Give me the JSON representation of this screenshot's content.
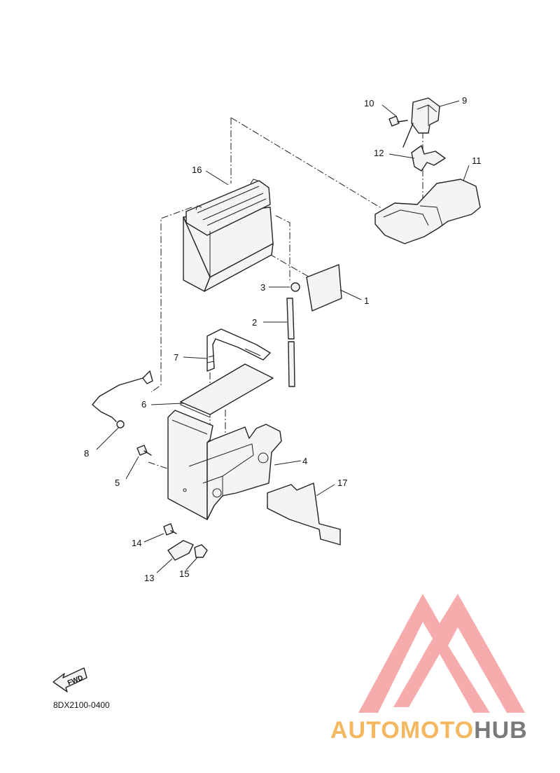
{
  "diagram": {
    "code": "8DX2100-0400",
    "fwd_label": "FWD",
    "callouts": [
      "1",
      "2",
      "3",
      "4",
      "5",
      "6",
      "7",
      "8",
      "9",
      "10",
      "11",
      "12",
      "13",
      "14",
      "15",
      "16",
      "17"
    ]
  },
  "watermark": {
    "logo_icon": "triangle-m-logo",
    "part1": "AUTOMOTO",
    "part2": "HUB",
    "color_primary": "#f5a3a3",
    "color_accent": "#f4b860",
    "color_secondary": "#7a7a7a"
  }
}
